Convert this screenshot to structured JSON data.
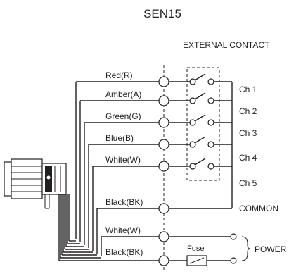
{
  "title": "SEN15",
  "external_contact_label": "EXTERNAL CONTACT",
  "wire_labels": [
    "Red(R)",
    "Amber(A)",
    "Green(G)",
    "Blue(B)",
    "White(W)",
    "Black(BK)",
    "White(W)",
    "Black(BK)"
  ],
  "channel_labels": [
    "Ch 1",
    "Ch 2",
    "Ch 3",
    "Ch 4",
    "Ch 5"
  ],
  "common_label": "COMMON",
  "fuse_label": "Fuse",
  "power_label": "POWER"
}
